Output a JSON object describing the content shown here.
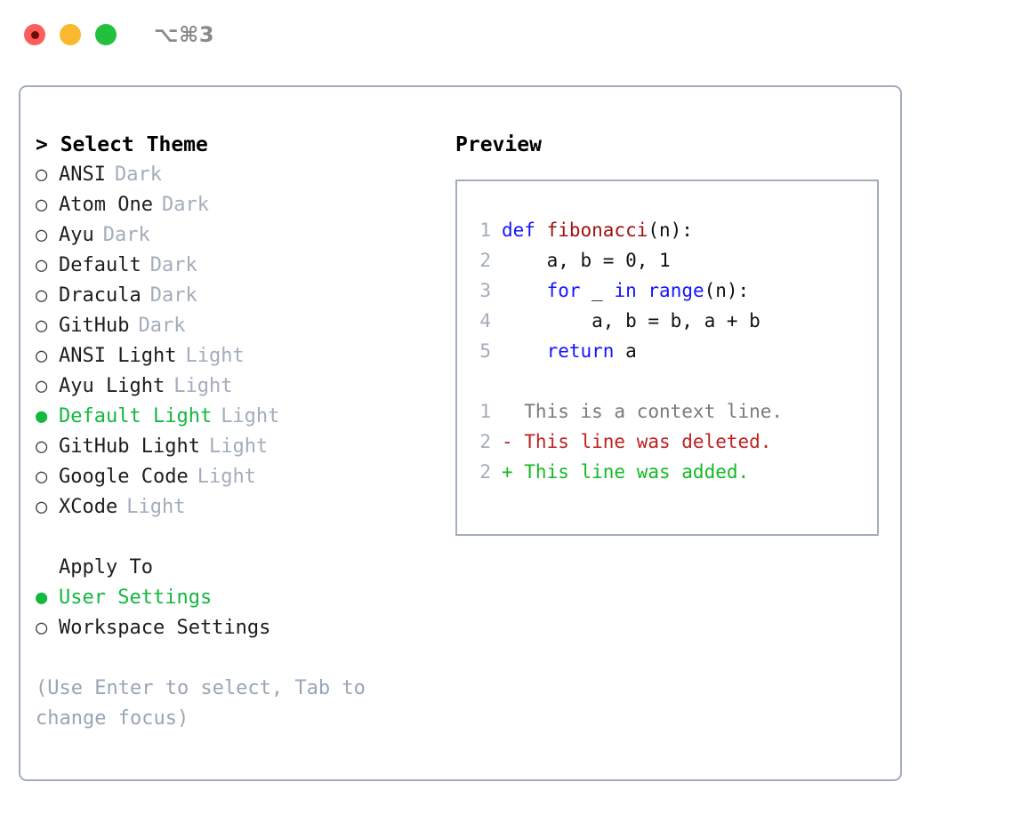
{
  "window": {
    "shortcut": "⌥⌘3",
    "traffic_lights": [
      {
        "name": "close",
        "color": "#fc5f57"
      },
      {
        "name": "minimize",
        "color": "#f9b82e"
      },
      {
        "name": "maximize",
        "color": "#22c03c"
      }
    ]
  },
  "colors": {
    "accent_green": "#13b83f",
    "muted": "#a3adbb",
    "border": "#a3adbb",
    "keyword_blue": "#1414ff",
    "function_red": "#a01010",
    "diff_delete": "#c02020",
    "diff_add": "#12bb22",
    "context_gray": "#7a7a7a"
  },
  "theme_panel": {
    "header": "> Select Theme",
    "marker_unselected": "○",
    "marker_selected": "●",
    "items": [
      {
        "label": "ANSI",
        "tag": "Dark",
        "selected": false
      },
      {
        "label": "Atom One",
        "tag": "Dark",
        "selected": false
      },
      {
        "label": "Ayu",
        "tag": "Dark",
        "selected": false
      },
      {
        "label": "Default",
        "tag": "Dark",
        "selected": false
      },
      {
        "label": "Dracula",
        "tag": "Dark",
        "selected": false
      },
      {
        "label": "GitHub",
        "tag": "Dark",
        "selected": false
      },
      {
        "label": "ANSI Light",
        "tag": "Light",
        "selected": false
      },
      {
        "label": "Ayu Light",
        "tag": "Light",
        "selected": false
      },
      {
        "label": "Default Light",
        "tag": "Light",
        "selected": true
      },
      {
        "label": "GitHub Light",
        "tag": "Light",
        "selected": false
      },
      {
        "label": "Google Code",
        "tag": "Light",
        "selected": false
      },
      {
        "label": "XCode",
        "tag": "Light",
        "selected": false
      }
    ]
  },
  "apply_to": {
    "header": "Apply To",
    "items": [
      {
        "label": "User Settings",
        "selected": true
      },
      {
        "label": "Workspace Settings",
        "selected": false
      }
    ]
  },
  "hint": "(Use Enter to select, Tab to change focus)",
  "preview": {
    "title": "Preview",
    "code_lines": [
      {
        "num": "1",
        "tokens": [
          {
            "t": "def ",
            "c": "kw"
          },
          {
            "t": "fibonacci",
            "c": "fn"
          },
          {
            "t": "(n):",
            "c": "plain"
          }
        ]
      },
      {
        "num": "2",
        "tokens": [
          {
            "t": "    a, b = 0, 1",
            "c": "plain"
          }
        ]
      },
      {
        "num": "3",
        "tokens": [
          {
            "t": "    ",
            "c": "plain"
          },
          {
            "t": "for",
            "c": "kw"
          },
          {
            "t": " _ ",
            "c": "plain"
          },
          {
            "t": "in",
            "c": "kw"
          },
          {
            "t": " ",
            "c": "plain"
          },
          {
            "t": "range",
            "c": "kw"
          },
          {
            "t": "(n):",
            "c": "plain"
          }
        ]
      },
      {
        "num": "4",
        "tokens": [
          {
            "t": "        a, b = b, a + b",
            "c": "plain"
          }
        ]
      },
      {
        "num": "5",
        "tokens": [
          {
            "t": "    ",
            "c": "plain"
          },
          {
            "t": "return",
            "c": "kw"
          },
          {
            "t": " a",
            "c": "plain"
          }
        ]
      }
    ],
    "diff_lines": [
      {
        "num": "1",
        "tokens": [
          {
            "t": "  This is a context line.",
            "c": "ctx"
          }
        ]
      },
      {
        "num": "2",
        "tokens": [
          {
            "t": "- This line was deleted.",
            "c": "del"
          }
        ]
      },
      {
        "num": "2",
        "tokens": [
          {
            "t": "+ This line was added.",
            "c": "add"
          }
        ]
      }
    ]
  }
}
